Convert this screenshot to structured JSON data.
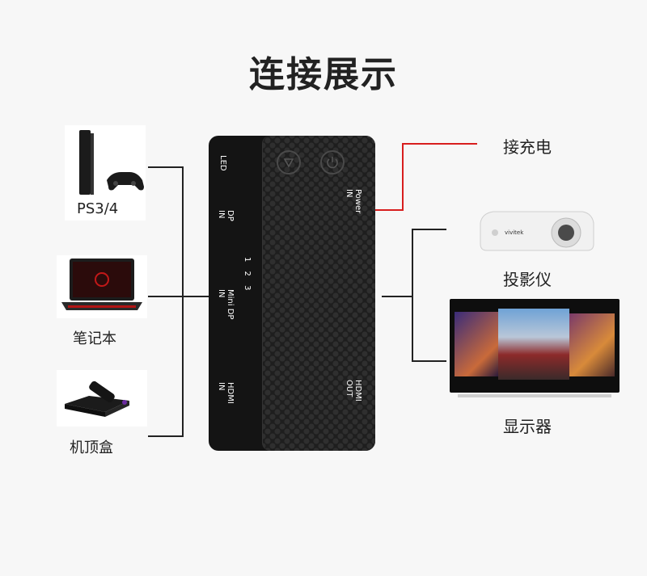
{
  "title": "连接展示",
  "sources": [
    {
      "label": "PS3/4",
      "icon": "console-icon"
    },
    {
      "label": "笔记本",
      "icon": "laptop-icon"
    },
    {
      "label": "机顶盒",
      "icon": "set-top-box-icon"
    }
  ],
  "outputs": [
    {
      "label": "接充电"
    },
    {
      "label": "投影仪",
      "icon": "projector-icon"
    },
    {
      "label": "显示器",
      "icon": "monitor-icon"
    }
  ],
  "hub": {
    "led": "LED",
    "dp_in": "DP\nIN",
    "numbers": "1 2 3",
    "minidp_in": "Mini DP\nIN",
    "hdmi_in": "HDMI\nIN",
    "power_in": "Power\nIN",
    "hdmi_out": "HDMI\nOUT"
  },
  "colors": {
    "power_line": "#d81e1e",
    "wire": "#222222",
    "hub": "#141414"
  }
}
